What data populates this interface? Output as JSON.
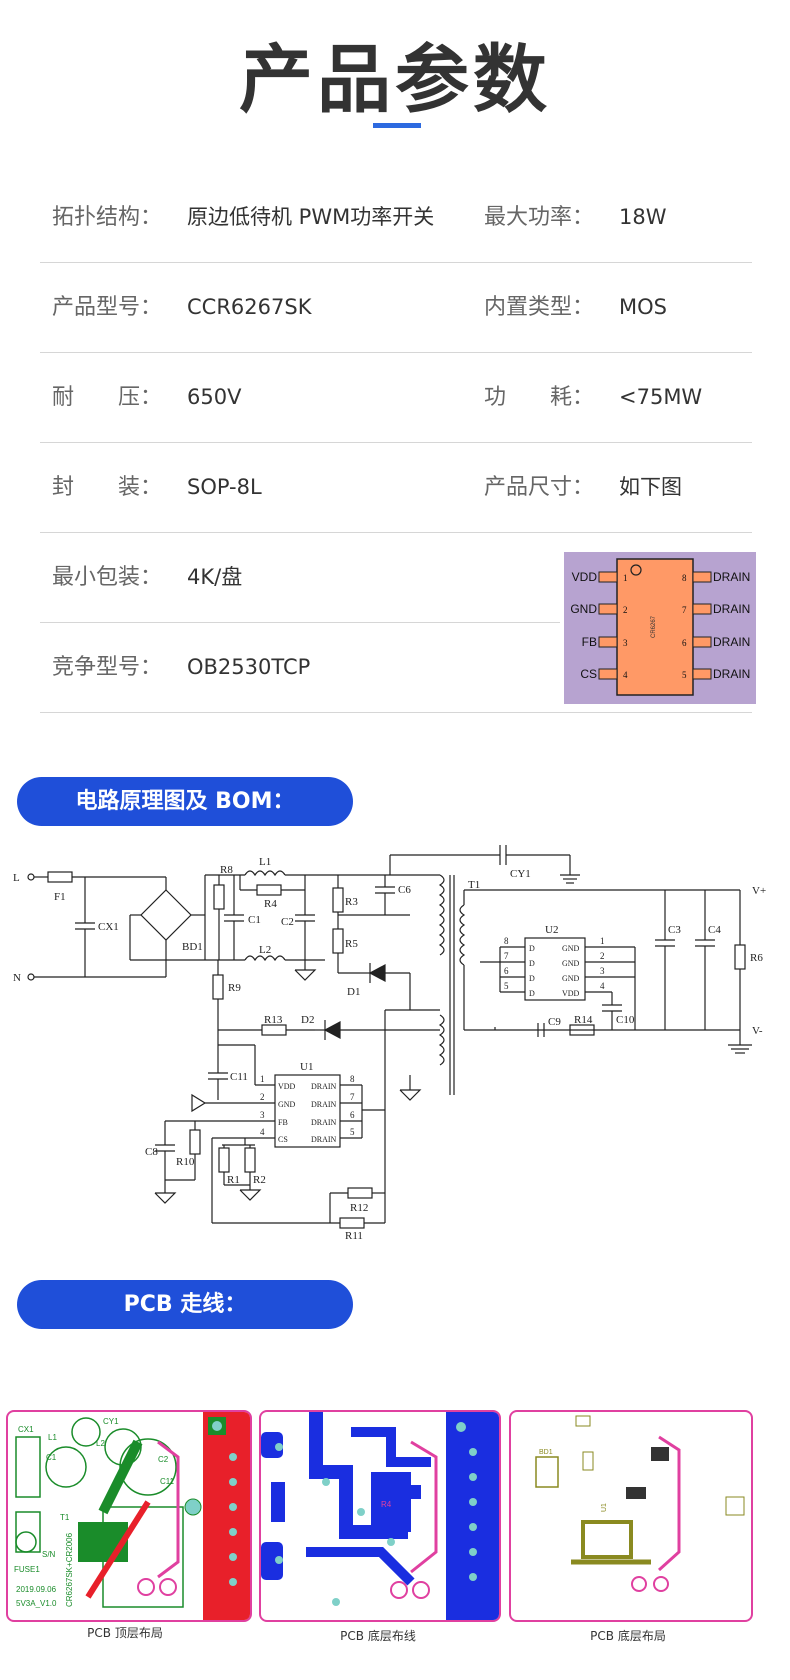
{
  "page": {
    "title": "产品参数"
  },
  "specs": [
    {
      "label": "拓扑结构：",
      "value": "原边低待机 PWM功率开关"
    },
    {
      "label": "最大功率：",
      "value": "18W"
    },
    {
      "label": "产品型号：",
      "value": "CCR6267SK"
    },
    {
      "label": "内置类型：",
      "value": "MOS"
    },
    {
      "label": "耐　　压：",
      "value": "650V"
    },
    {
      "label": "功　　耗：",
      "value": "<75MW"
    },
    {
      "label": "封　　装：",
      "value": "SOP-8L"
    },
    {
      "label": "产品尺寸：",
      "value": "如下图"
    },
    {
      "label": "最小包装：",
      "value": "4K/盘"
    },
    {
      "label": "竞争型号：",
      "value": "OB2530TCP"
    }
  ],
  "chip": {
    "left_pins": [
      {
        "name": "VDD",
        "num": "1"
      },
      {
        "name": "GND",
        "num": "2"
      },
      {
        "name": "FB",
        "num": "3"
      },
      {
        "name": "CS",
        "num": "4"
      }
    ],
    "right_pins": [
      {
        "name": "DRAIN",
        "num": "8"
      },
      {
        "name": "DRAIN",
        "num": "7"
      },
      {
        "name": "DRAIN",
        "num": "6"
      },
      {
        "name": "DRAIN",
        "num": "5"
      }
    ],
    "marking": "CR6267"
  },
  "sections": {
    "schematic": "电路原理图及 BOM：",
    "pcb": "PCB 走线："
  },
  "schematic": {
    "labels": {
      "L": "L",
      "N": "N",
      "F1": "F1",
      "CX1": "CX1",
      "BD1": "BD1",
      "L1": "L1",
      "L2": "L2",
      "R4": "R4",
      "R8": "R8",
      "C1": "C1",
      "C2": "C2",
      "R3": "R3",
      "R5": "R5",
      "C6": "C6",
      "D1": "D1",
      "T1": "T1",
      "CY1": "CY1",
      "U2": "U2",
      "C3": "C3",
      "C4": "C4",
      "R6": "R6",
      "Vplus": "V+",
      "Vminus": "V-",
      "C9": "C9",
      "R14": "R14",
      "C10": "C10",
      "R9": "R9",
      "R13": "R13",
      "D2": "D2",
      "C11": "C11",
      "U1": "U1",
      "C8": "C8",
      "R10": "R10",
      "R1": "R1",
      "R2": "R2",
      "R12": "R12",
      "R11": "R11"
    },
    "u1_pins_left": [
      "VDD",
      "GND",
      "FB",
      "CS"
    ],
    "u1_pins_left_nums": [
      "1",
      "2",
      "3",
      "4"
    ],
    "u1_pins_right": [
      "DRAIN",
      "DRAIN",
      "DRAIN",
      "DRAIN"
    ],
    "u1_pins_right_nums": [
      "8",
      "7",
      "6",
      "5"
    ],
    "u2_pins_left": [
      "D",
      "D",
      "D",
      "D"
    ],
    "u2_pins_left_nums": [
      "8",
      "7",
      "6",
      "5"
    ],
    "u2_pins_right": [
      "GND",
      "GND",
      "GND",
      "VDD"
    ],
    "u2_pins_right_nums": [
      "1",
      "2",
      "3",
      "4"
    ]
  },
  "pcb": {
    "captions": [
      "PCB 顶层布局",
      "PCB 底层布线",
      "PCB 底层布局"
    ],
    "top_texts": {
      "cx1": "CX1",
      "l1": "L1",
      "cy1": "CY1",
      "c1": "C1",
      "l2": "L2",
      "c2": "C2",
      "c11": "C11",
      "t1": "T1",
      "sn": "S/N",
      "fuse": "FUSE1",
      "date": "2019.09.06",
      "ver": "5V3A_V1.0",
      "code": "CR6267SK+CR2006"
    },
    "bottom_texts": {
      "bd1": "BD1",
      "u1": "U1",
      "r4": "R4"
    }
  },
  "colors": {
    "accent": "#2d6ae0",
    "pill": "#1f4fd9",
    "chip_body": "#ff9966",
    "chip_bg": "#b7a3d0",
    "pcb_border": "#e040a0",
    "pcb_red": "#e8202a",
    "pcb_green": "#1a8c2a",
    "pcb_blue": "#1a2ee0",
    "pcb_olive": "#8a8a20"
  }
}
